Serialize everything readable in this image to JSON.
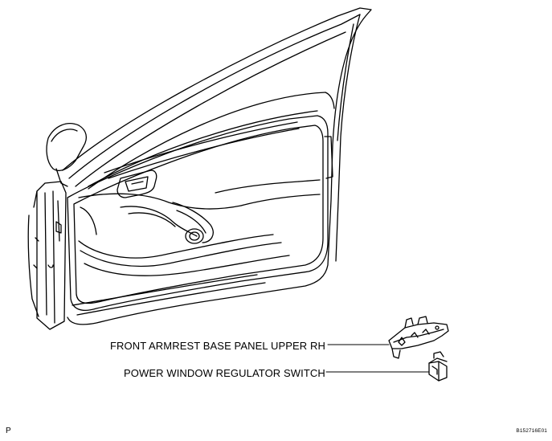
{
  "labels": {
    "armrest_panel": "FRONT ARMREST BASE PANEL UPPER RH",
    "window_switch": "POWER WINDOW REGULATOR SWITCH"
  },
  "corner_letter": "P",
  "figure_id": "B152716E01",
  "colors": {
    "line": "#000000",
    "background": "#ffffff"
  }
}
